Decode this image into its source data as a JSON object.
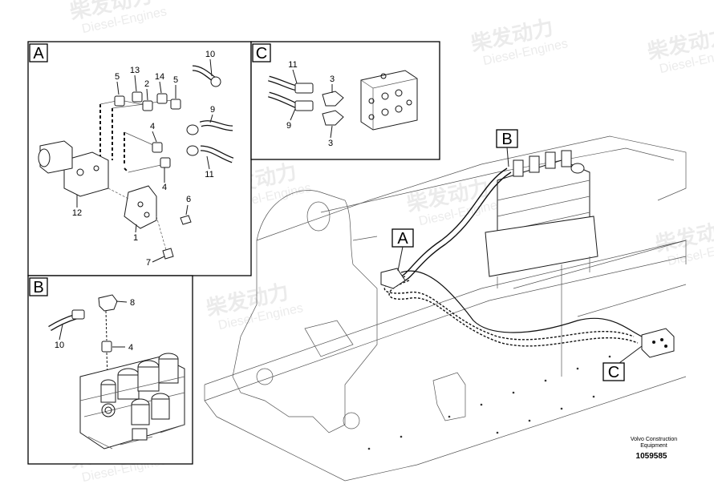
{
  "watermark": {
    "cn": "柴发动力",
    "en": "Diesel-Engines"
  },
  "views": {
    "a": {
      "label": "A"
    },
    "b": {
      "label": "B"
    },
    "c": {
      "label": "C"
    }
  },
  "overview_callouts": {
    "a": "A",
    "b": "B",
    "c": "C"
  },
  "callouts_a": [
    "10",
    "5",
    "13",
    "2",
    "14",
    "5",
    "9",
    "4",
    "4",
    "11",
    "12",
    "6",
    "1",
    "7"
  ],
  "callouts_b": [
    "8",
    "10",
    "4"
  ],
  "callouts_c": [
    "11",
    "3",
    "9",
    "3"
  ],
  "credit": {
    "line1": "Volvo Construction",
    "line2": "Equipment"
  },
  "doc_number": "1059585"
}
